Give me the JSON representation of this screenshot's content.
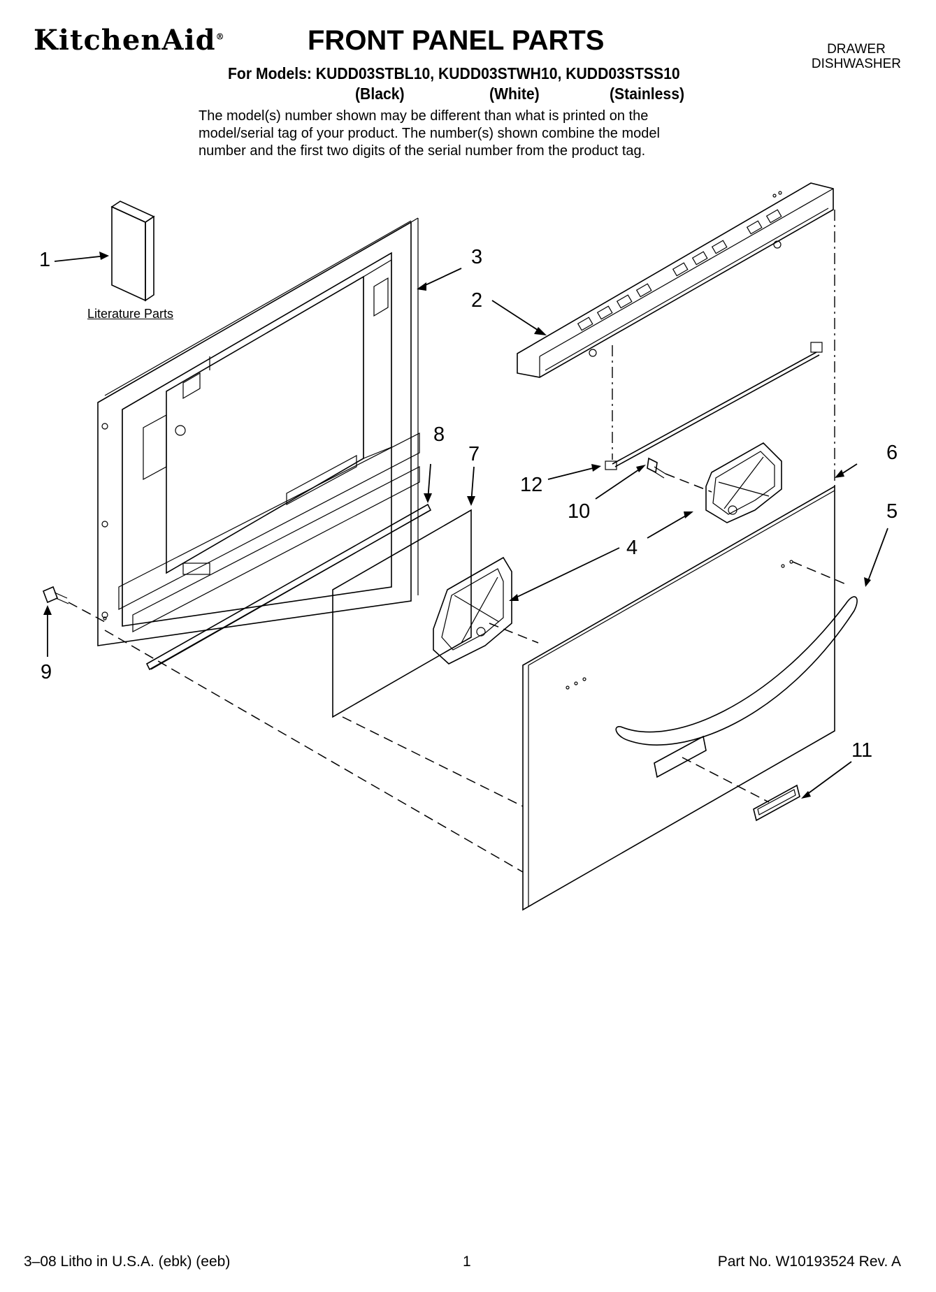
{
  "header": {
    "brand": "KitchenAid",
    "brand_mark": "®",
    "title": "FRONT PANEL PARTS",
    "product_line1": "DRAWER",
    "product_line2": "DISHWASHER",
    "models_line": "For Models: KUDD03STBL10, KUDD03STWH10, KUDD03STSS10",
    "colors": [
      "(Black)",
      "(White)",
      "(Stainless)"
    ],
    "note_lines": [
      "The model(s) number shown may be different than what is printed on the",
      "model/serial tag of your product. The number(s) shown combine the model",
      "number and the first two digits of the serial number from the product tag."
    ]
  },
  "diagram": {
    "literature_label": "Literature Parts",
    "callouts": [
      "1",
      "2",
      "3",
      "4",
      "5",
      "6",
      "7",
      "8",
      "9",
      "10",
      "11",
      "12"
    ]
  },
  "footer": {
    "litho": "3–08 Litho in U.S.A. (ebk) (eeb)",
    "page": "1",
    "part_no": "Part No. W10193524 Rev. A"
  }
}
